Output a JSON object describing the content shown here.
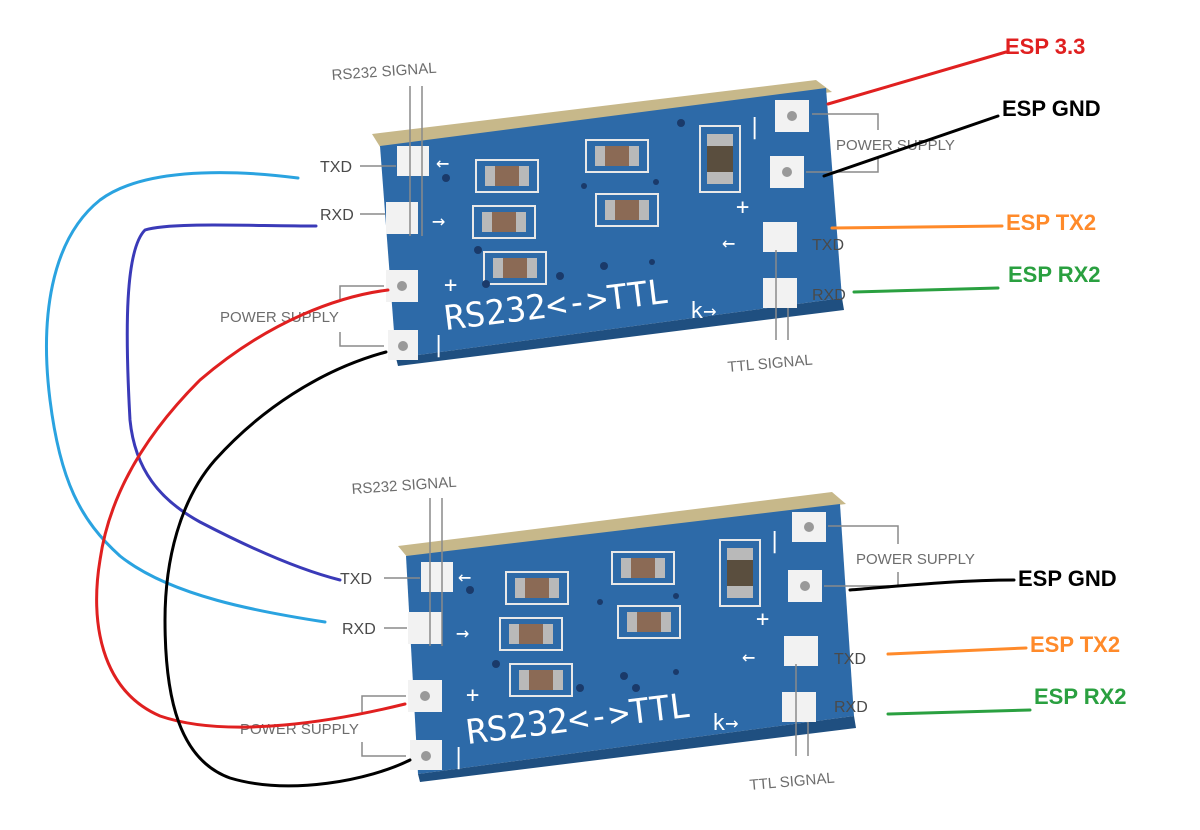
{
  "colors": {
    "board": "#2d6aa8",
    "board_edge": "#c7b88a",
    "wire_red": "#e02020",
    "wire_black": "#000000",
    "wire_lightblue": "#2aa3e0",
    "wire_darkblue": "#3a3ab8",
    "wire_orange": "#ff8a2a",
    "wire_green": "#2aa040",
    "esp_red": "#e02020",
    "esp_black": "#000000",
    "esp_orange": "#ff8a2a",
    "esp_green": "#2aa040"
  },
  "board1": {
    "rs232_signal": "RS232 SIGNAL",
    "txd": "TXD",
    "rxd": "RXD",
    "power_supply_left": "POWER SUPPLY",
    "power_supply_right": "POWER SUPPLY",
    "silk_main": "RS232<->TTL",
    "ttl_txd": "TXD",
    "ttl_rxd": "RXD",
    "ttl_signal": "TTL SIGNAL",
    "esp_33": "ESP 3.3",
    "esp_gnd": "ESP GND",
    "esp_tx2": "ESP TX2",
    "esp_rx2": "ESP RX2"
  },
  "board2": {
    "rs232_signal": "RS232 SIGNAL",
    "txd": "TXD",
    "rxd": "RXD",
    "power_supply_left": "POWER SUPPLY",
    "power_supply_right": "POWER SUPPLY",
    "silk_main": "RS232<->TTL",
    "ttl_txd": "TXD",
    "ttl_rxd": "RXD",
    "ttl_signal": "TTL SIGNAL",
    "esp_gnd": "ESP GND",
    "esp_tx2": "ESP TX2",
    "esp_rx2": "ESP RX2"
  }
}
